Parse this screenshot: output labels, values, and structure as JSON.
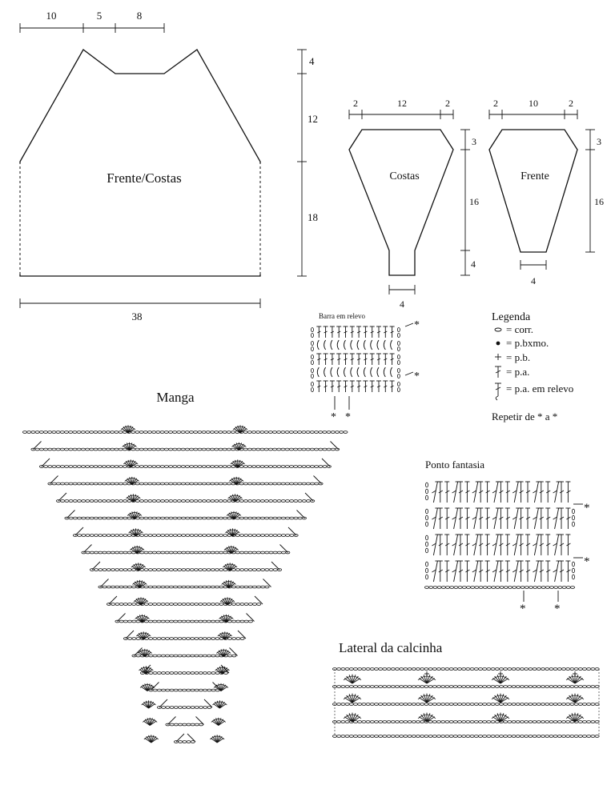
{
  "front_back": {
    "label": "Frente/Costas",
    "top_dims": [
      "10",
      "5",
      "8"
    ],
    "right_dims": [
      "4",
      "12",
      "18"
    ],
    "bottom_dim": "38"
  },
  "back_piece": {
    "label": "Costas",
    "top_dims": [
      "2",
      "12",
      "2"
    ],
    "right_dims": [
      "3",
      "16",
      "4"
    ],
    "bottom_dim": "4"
  },
  "front_piece": {
    "label": "Frente",
    "top_dims": [
      "2",
      "10",
      "2"
    ],
    "right_dims": [
      "3",
      "16"
    ],
    "bottom_dim": "4"
  },
  "relief_bar": {
    "title": "Barra em relevo",
    "repeat_marks": [
      "*",
      "*",
      "*",
      "*"
    ]
  },
  "legend": {
    "title": "Legenda",
    "items": [
      "= corr.",
      "= p.bxmo.",
      "= p.b.",
      "= p.a.",
      "= p.a. em relevo"
    ],
    "repeat_note": "Repetir de * a *"
  },
  "sleeve": {
    "title": "Manga",
    "rows": 19
  },
  "fancy_stitch": {
    "title": "Ponto fantasia",
    "repeat_marks": [
      "*",
      "*",
      "*",
      "*"
    ]
  },
  "panty_side": {
    "title": "Lateral da calcinha"
  }
}
